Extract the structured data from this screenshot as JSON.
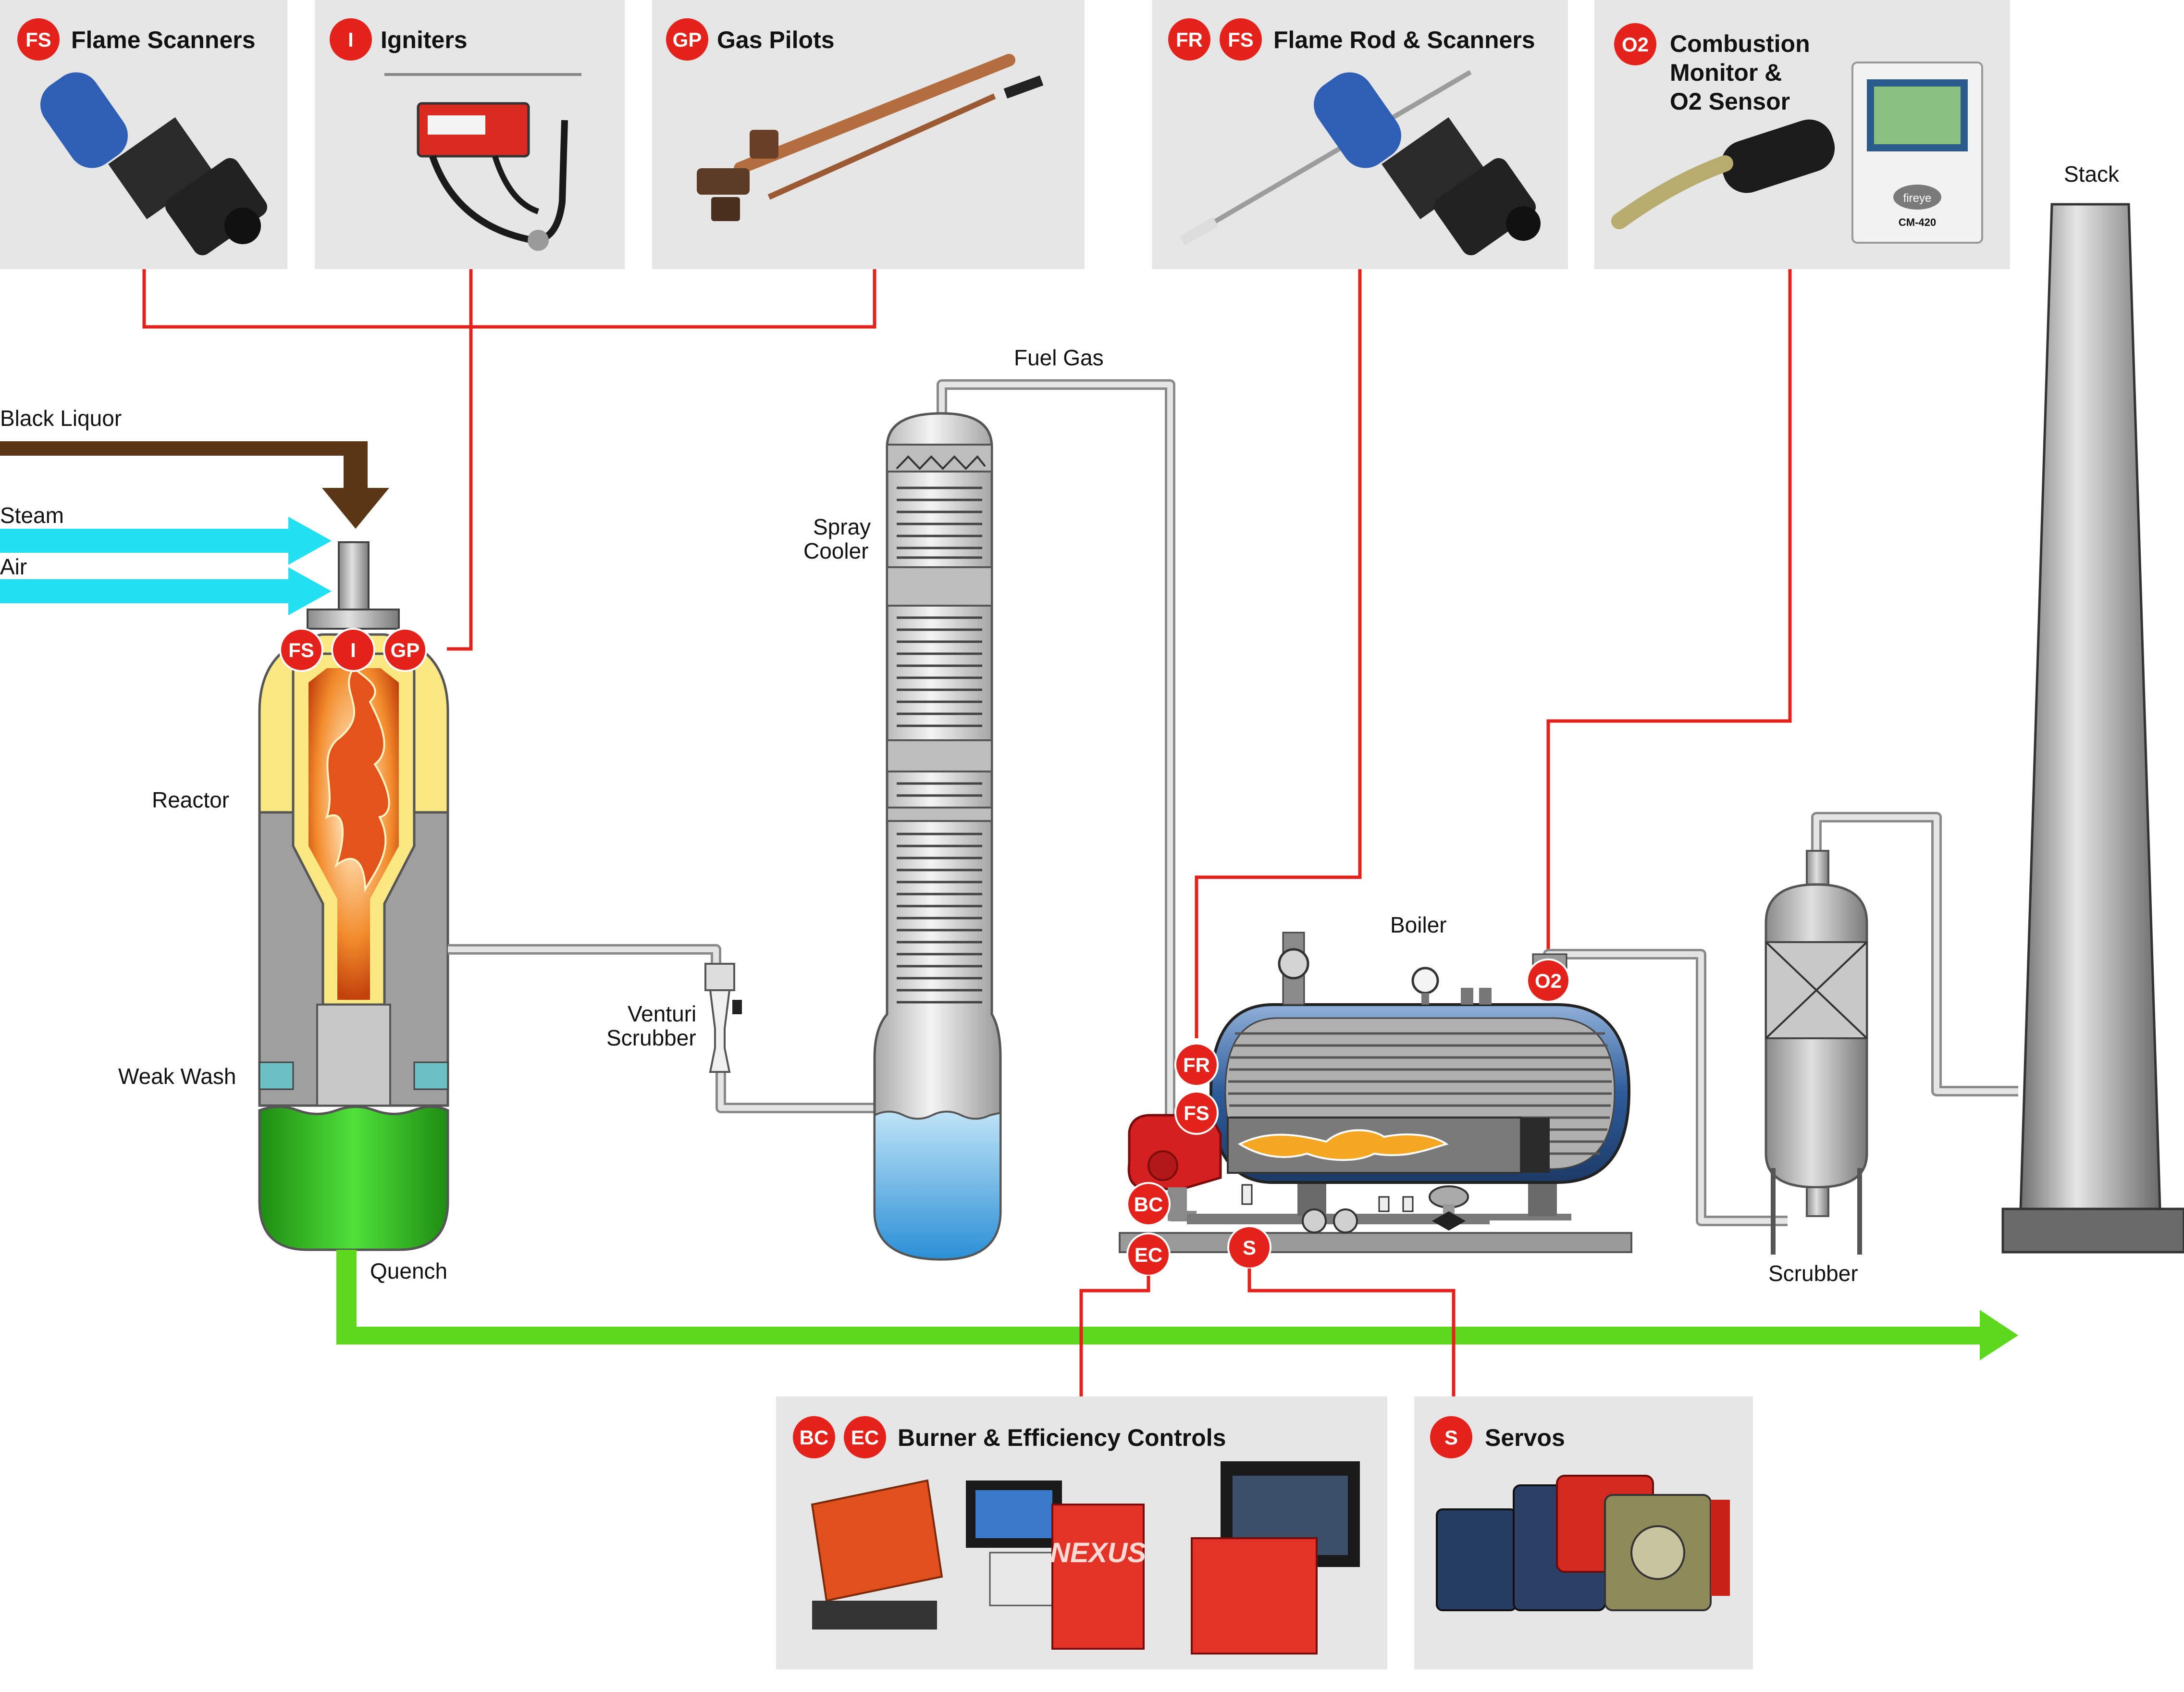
{
  "colors": {
    "signal_red": "#e3221b",
    "black_liquor": "#5a3616",
    "steam_air": "#22e0f2",
    "quench_green": "#5ed81e",
    "panel": "#e6e6e6",
    "pipe": "#d9d9d9"
  },
  "panels": {
    "flame_scanners": {
      "badges": [
        "FS"
      ],
      "title": "Flame Scanners",
      "image": "flame-scanner-photo"
    },
    "igniters": {
      "badges": [
        "I"
      ],
      "title": "Igniters",
      "image": "igniter-photo"
    },
    "gas_pilots": {
      "badges": [
        "GP"
      ],
      "title": "Gas Pilots",
      "image": "gas-pilot-photo"
    },
    "flame_rod_scanners": {
      "badges": [
        "FR",
        "FS"
      ],
      "title": "Flame Rod & Scanners",
      "image": "flame-rod-scanner-photo"
    },
    "combustion_monitor": {
      "badges": [
        "O2"
      ],
      "title_lines": [
        "Combustion",
        "Monitor &",
        "O2 Sensor"
      ],
      "image": "combustion-monitor-photo",
      "device_brand": "fireye",
      "device_model": "CM-420"
    },
    "burner_controls": {
      "badges": [
        "BC",
        "EC"
      ],
      "title": "Burner & Efficiency Controls",
      "image": "burner-controls-photo",
      "device_brand": "NEXUS"
    },
    "servos": {
      "badges": [
        "S"
      ],
      "title": "Servos",
      "image": "servo-photo"
    }
  },
  "labels": {
    "black_liquor": "Black Liquor",
    "steam": "Steam",
    "air": "Air",
    "reactor": "Reactor",
    "weak_wash": "Weak Wash",
    "quench": "Quench",
    "fuel_gas": "Fuel Gas",
    "spray_cooler_1": "Spray",
    "spray_cooler_2": "Cooler",
    "venturi_1": "Venturi",
    "venturi_2": "Scrubber",
    "boiler": "Boiler",
    "scrubber": "Scrubber",
    "stack": "Stack"
  },
  "badges": {
    "reactor_fs": "FS",
    "reactor_i": "I",
    "reactor_gp": "GP",
    "boiler_fr": "FR",
    "boiler_fs": "FS",
    "boiler_o2": "O2",
    "boiler_bc": "BC",
    "boiler_ec": "EC",
    "boiler_s": "S"
  }
}
